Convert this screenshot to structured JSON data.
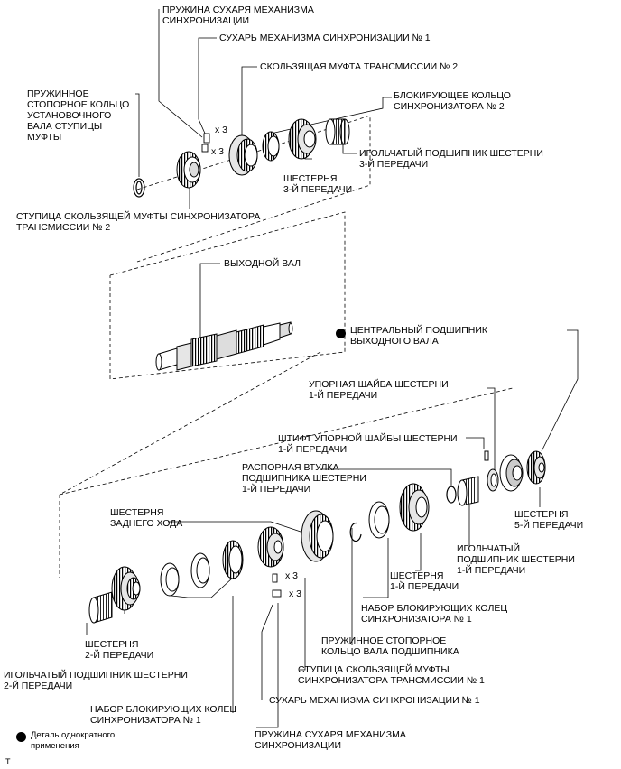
{
  "labels": {
    "spring_sync_top": "ПРУЖИНА СУХАРЯ МЕХАНИЗМА\nСИНХРОНИЗАЦИИ",
    "key_sync2": "СУХАРЬ МЕХАНИЗМА СИНХРОНИЗАЦИИ № 1",
    "sleeve2": "СКОЛЬЗЯЩАЯ МУФТА ТРАНСМИССИИ № 2",
    "snap_ring_hub": "ПРУЖИННОЕ\nСТОПОРНОЕ КОЛЬЦО\nУСТАНОВОЧНОГО\nВАЛА СТУПИЦЫ\nМУФТЫ",
    "blocking_ring2": "БЛОКИРУЮЩЕЕ КОЛЬЦО\nСИНХРОНИЗАТОРА № 2",
    "needle3": "ИГОЛЬЧАТЫЙ ПОДШИПНИК ШЕСТЕРНИ\n3-Й ПЕРЕДАЧИ",
    "gear3": "ШЕСТЕРНЯ\n3-Й ПЕРЕДАЧИ",
    "hub2": "СТУПИЦА СКОЛЬЗЯЩЕЙ МУФТЫ СИНХРОНИЗАТОРА\nТРАНСМИССИИ № 2",
    "output_shaft": "ВЫХОДНОЙ ВАЛ",
    "center_bearing": "ЦЕНТРАЛЬНЫЙ ПОДШИПНИК\nВЫХОДНОГО ВАЛА",
    "thrust_washer1": "УПОРНАЯ ШАЙБА ШЕСТЕРНИ\n1-Й ПЕРЕДАЧИ",
    "thrust_pin1": "ШТИФТ УПОРНОЙ ШАЙБЫ ШЕСТЕРНИ\n1-Й ПЕРЕДАЧИ",
    "spacer1": "РАСПОРНАЯ ВТУЛКА\nПОДШИПНИКА ШЕСТЕРНИ\n1-Й ПЕРЕДАЧИ",
    "reverse_gear": "ШЕСТЕРНЯ\nЗАДНЕГО ХОДА",
    "gear5": "ШЕСТЕРНЯ\n5-Й ПЕРЕДАЧИ",
    "needle1": "ИГОЛЬЧАТЫЙ\nПОДШИПНИК ШЕСТЕРНИ\n1-Й ПЕРЕДАЧИ",
    "gear1": "ШЕСТЕРНЯ\n1-Й ПЕРЕДАЧИ",
    "blocking_set1_right": "НАБОР БЛОКИРУЮЩИХ КОЛЕЦ\nСИНХРОНИЗАТОРА № 1",
    "gear2": "ШЕСТЕРНЯ\n2-Й ПЕРЕДАЧИ",
    "snap_ring_bearing": "ПРУЖИННОЕ СТОПОРНОЕ\nКОЛЬЦО ВАЛА ПОДШИПНИКА",
    "needle2": "ИГОЛЬЧАТЫЙ ПОДШИПНИК ШЕСТЕРНИ\n2-Й ПЕРЕДАЧИ",
    "hub1": "СТУПИЦА СКОЛЬЗЯЩЕЙ МУФТЫ\nСИНХРОНИЗАТОРА ТРАНСМИССИИ № 1",
    "key_sync1": "СУХАРЬ МЕХАНИЗМА СИНХРОНИЗАЦИИ № 1",
    "blocking_set1_bottom": "НАБОР БЛОКИРУЮЩИХ КОЛЕЦ\nСИНХРОНИЗАТОРА № 1",
    "spring_sync_bottom": "ПРУЖИНА СУХАРЯ МЕХАНИЗМА\nСИНХРОНИЗАЦИИ",
    "legend_nonreusable": "Деталь однократного\nприменения",
    "corner_mark": "T"
  },
  "quantities": {
    "key_top": "x 3",
    "spring_top": "x 3",
    "spring_bottom": "x 3",
    "key_bottom": "x 3"
  },
  "colors": {
    "ink": "#000000",
    "paper": "#ffffff",
    "fill_light": "#e6e6e6",
    "fill_mid": "#bdbdbd"
  }
}
